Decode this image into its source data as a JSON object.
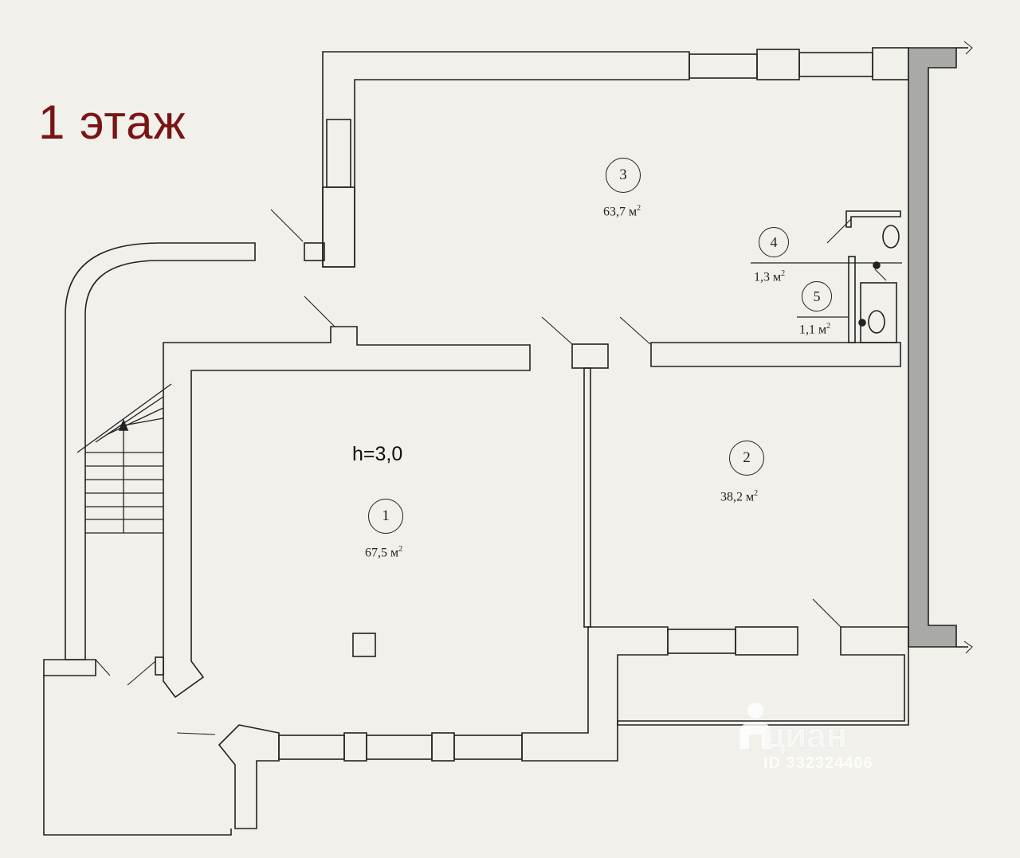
{
  "title": "1 этаж",
  "height_label": "h=3,0",
  "rooms": {
    "r1": {
      "num": "1",
      "area": "67,5 м",
      "unit_sup": "2"
    },
    "r2": {
      "num": "2",
      "area": "38,2 м",
      "unit_sup": "2"
    },
    "r3": {
      "num": "3",
      "area": "63,7 м",
      "unit_sup": "2"
    },
    "r4": {
      "num": "4",
      "area": "1,3 м",
      "unit_sup": "2"
    },
    "r5": {
      "num": "5",
      "area": "1,1 м",
      "unit_sup": "2"
    }
  },
  "watermark": {
    "brand": "циан",
    "id": "ID 332324406"
  },
  "colors": {
    "title": "#7a1414",
    "wall": "#222222",
    "shaded_wall": "#a9a9a7",
    "paper": "#f1f0eb"
  }
}
